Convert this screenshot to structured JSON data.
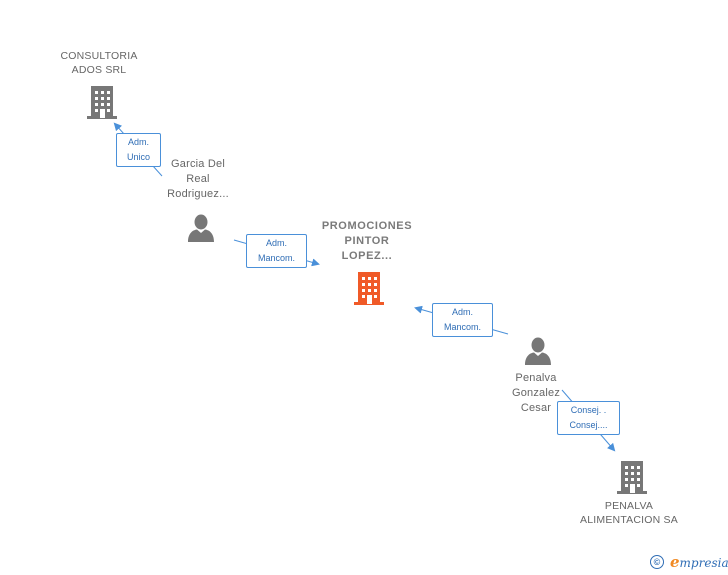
{
  "nodes": {
    "consultoria": {
      "line1": "CONSULTORIA",
      "line2": "ADOS SRL"
    },
    "garcia": {
      "line1": "Garcia Del",
      "line2": "Real",
      "line3": "Rodriguez..."
    },
    "promociones": {
      "line1": "PROMOCIONES",
      "line2": "PINTOR",
      "line3": "LOPEZ..."
    },
    "penalva_person": {
      "line1": "Penalva",
      "line2": "Gonzalez",
      "line3": "Cesar"
    },
    "penalva_company": {
      "line1": "PENALVA",
      "line2": "ALIMENTACION SA"
    }
  },
  "edges": {
    "garcia_to_consultoria": {
      "line1": "Adm.",
      "line2": "Unico"
    },
    "garcia_to_promociones": {
      "line1": "Adm.",
      "line2": "Mancom."
    },
    "penalva_to_promociones": {
      "line1": "Adm.",
      "line2": "Mancom."
    },
    "penalva_to_alimentacion": {
      "line1": "Consej. .",
      "line2": "Consej...."
    }
  },
  "footer": {
    "copyright_symbol": "©",
    "brand_initial": "e",
    "brand_rest": "mpresia"
  },
  "colors": {
    "main_company": "#f05a28",
    "company": "#777777",
    "person": "#777777",
    "edge": "#4a90d9",
    "label": "#666666"
  },
  "icons": {
    "company": "building-icon",
    "person": "person-icon"
  }
}
